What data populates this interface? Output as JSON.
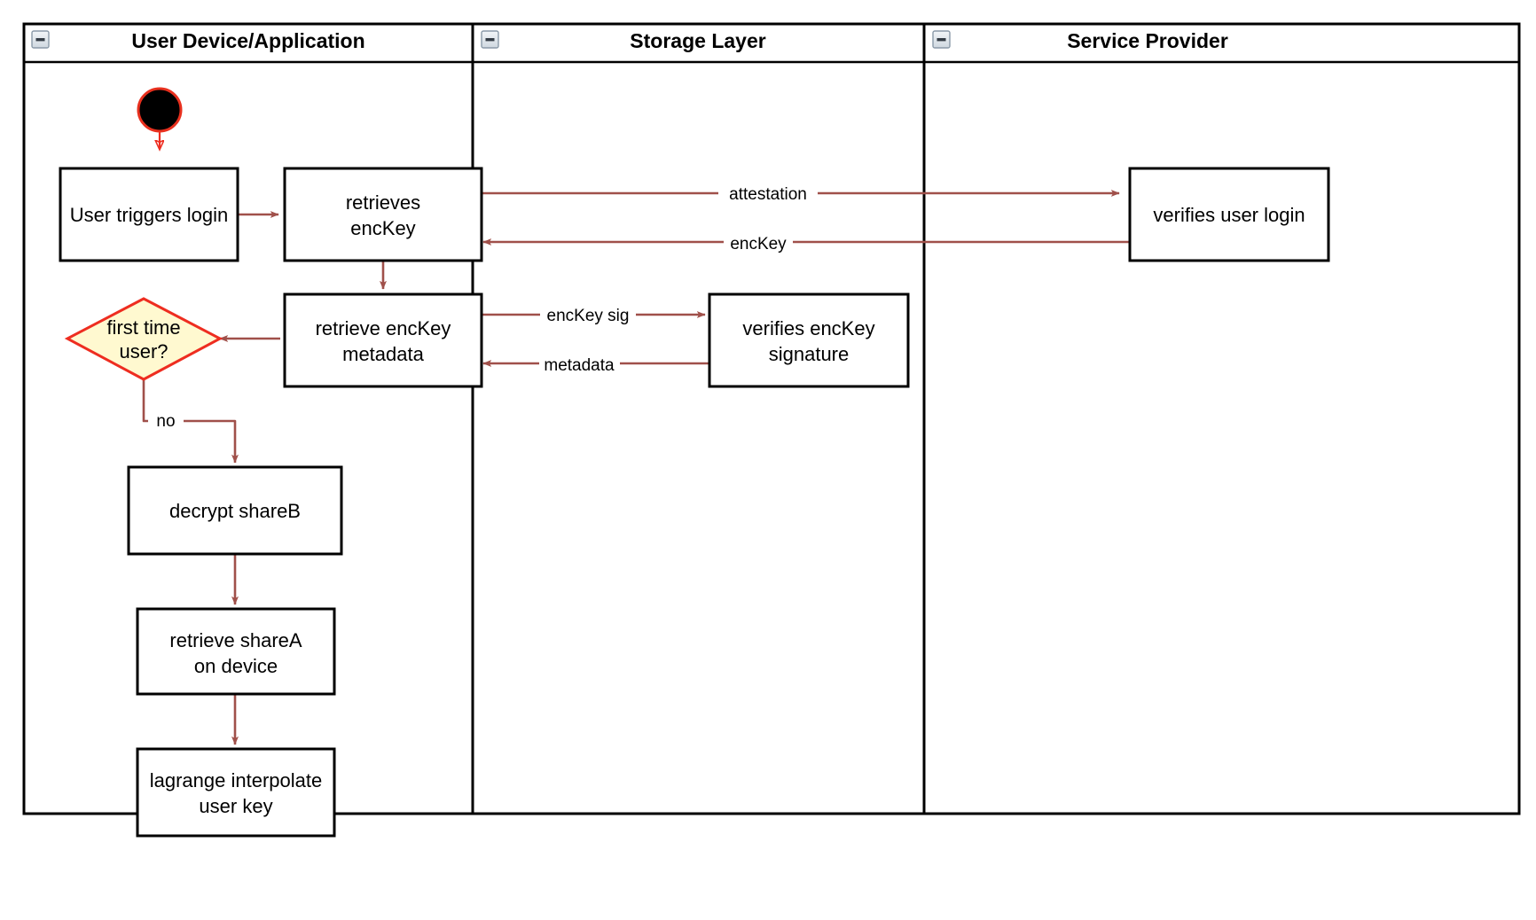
{
  "diagram": {
    "type": "uml-activity-swimlane",
    "title": "",
    "colors": {
      "frame_stroke": "#000000",
      "node_stroke": "#000000",
      "node_fill": "#ffffff",
      "edge_stroke": "#a0504a",
      "start_node_fill": "#000000",
      "start_node_stroke": "#e8301e",
      "start_edge_stroke": "#ee2d20",
      "decision_fill": "#fff9d0",
      "decision_stroke": "#ee2d20",
      "collapse_icon_fill": "#dfe5ea",
      "collapse_icon_stroke": "#8a99a8",
      "text": "#000000"
    },
    "lanes": [
      {
        "id": "lane-user-device",
        "title": "User Device/Application",
        "collapse_icon": "minus-square-icon"
      },
      {
        "id": "lane-storage",
        "title": "Storage Layer",
        "collapse_icon": "minus-square-icon"
      },
      {
        "id": "lane-service-provider",
        "title": "Service Provider",
        "collapse_icon": "minus-square-icon"
      }
    ],
    "nodes": [
      {
        "id": "start",
        "kind": "initial-node",
        "lane": "lane-user-device",
        "label": ""
      },
      {
        "id": "user-triggers-login",
        "kind": "action",
        "lane": "lane-user-device",
        "label": "User triggers login"
      },
      {
        "id": "retrieves-enckey",
        "kind": "action",
        "lane": "lane-user-device",
        "label": "retrieves\nencKey",
        "line1": "retrieves",
        "line2": "encKey"
      },
      {
        "id": "retrieve-enckey-metadata",
        "kind": "action",
        "lane": "lane-user-device",
        "label": "retrieve encKey\nmetadata",
        "line1": "retrieve encKey",
        "line2": "metadata"
      },
      {
        "id": "first-time-user",
        "kind": "decision",
        "lane": "lane-user-device",
        "label": "first time\nuser?",
        "line1": "first time",
        "line2": "user?"
      },
      {
        "id": "decrypt-shareb",
        "kind": "action",
        "lane": "lane-user-device",
        "label": "decrypt shareB"
      },
      {
        "id": "retrieve-sharea-on-device",
        "kind": "action",
        "lane": "lane-user-device",
        "label": "retrieve shareA\non device",
        "line1": "retrieve shareA",
        "line2": "on device"
      },
      {
        "id": "lagrange-interpolate-user-key",
        "kind": "action",
        "lane": "lane-user-device",
        "label": "lagrange interpolate\nuser key",
        "line1": "lagrange interpolate",
        "line2": "user key"
      },
      {
        "id": "verifies-enckey-signature",
        "kind": "action",
        "lane": "lane-storage",
        "label": "verifies encKey\nsignature",
        "line1": "verifies encKey",
        "line2": "signature"
      },
      {
        "id": "verifies-user-login",
        "kind": "action",
        "lane": "lane-service-provider",
        "label": "verifies user login"
      }
    ],
    "edges": [
      {
        "id": "e-start",
        "from": "start",
        "to": "user-triggers-login",
        "label": ""
      },
      {
        "id": "e-login-retrieve",
        "from": "user-triggers-login",
        "to": "retrieves-enckey",
        "label": ""
      },
      {
        "id": "e-attestation",
        "from": "retrieves-enckey",
        "to": "verifies-user-login",
        "label": "attestation"
      },
      {
        "id": "e-enckey",
        "from": "verifies-user-login",
        "to": "retrieves-enckey",
        "label": "encKey"
      },
      {
        "id": "e-retrieve-meta",
        "from": "retrieves-enckey",
        "to": "retrieve-enckey-metadata",
        "label": ""
      },
      {
        "id": "e-enckey-sig",
        "from": "retrieve-enckey-metadata",
        "to": "verifies-enckey-signature",
        "label": "encKey sig"
      },
      {
        "id": "e-metadata",
        "from": "verifies-enckey-signature",
        "to": "retrieve-enckey-metadata",
        "label": "metadata"
      },
      {
        "id": "e-meta-decision",
        "from": "retrieve-enckey-metadata",
        "to": "first-time-user",
        "label": ""
      },
      {
        "id": "e-no",
        "from": "first-time-user",
        "to": "decrypt-shareb",
        "label": "no"
      },
      {
        "id": "e-decrypt-sharea",
        "from": "decrypt-shareb",
        "to": "retrieve-sharea-on-device",
        "label": ""
      },
      {
        "id": "e-sharea-lagrange",
        "from": "retrieve-sharea-on-device",
        "to": "lagrange-interpolate-user-key",
        "label": ""
      }
    ]
  }
}
